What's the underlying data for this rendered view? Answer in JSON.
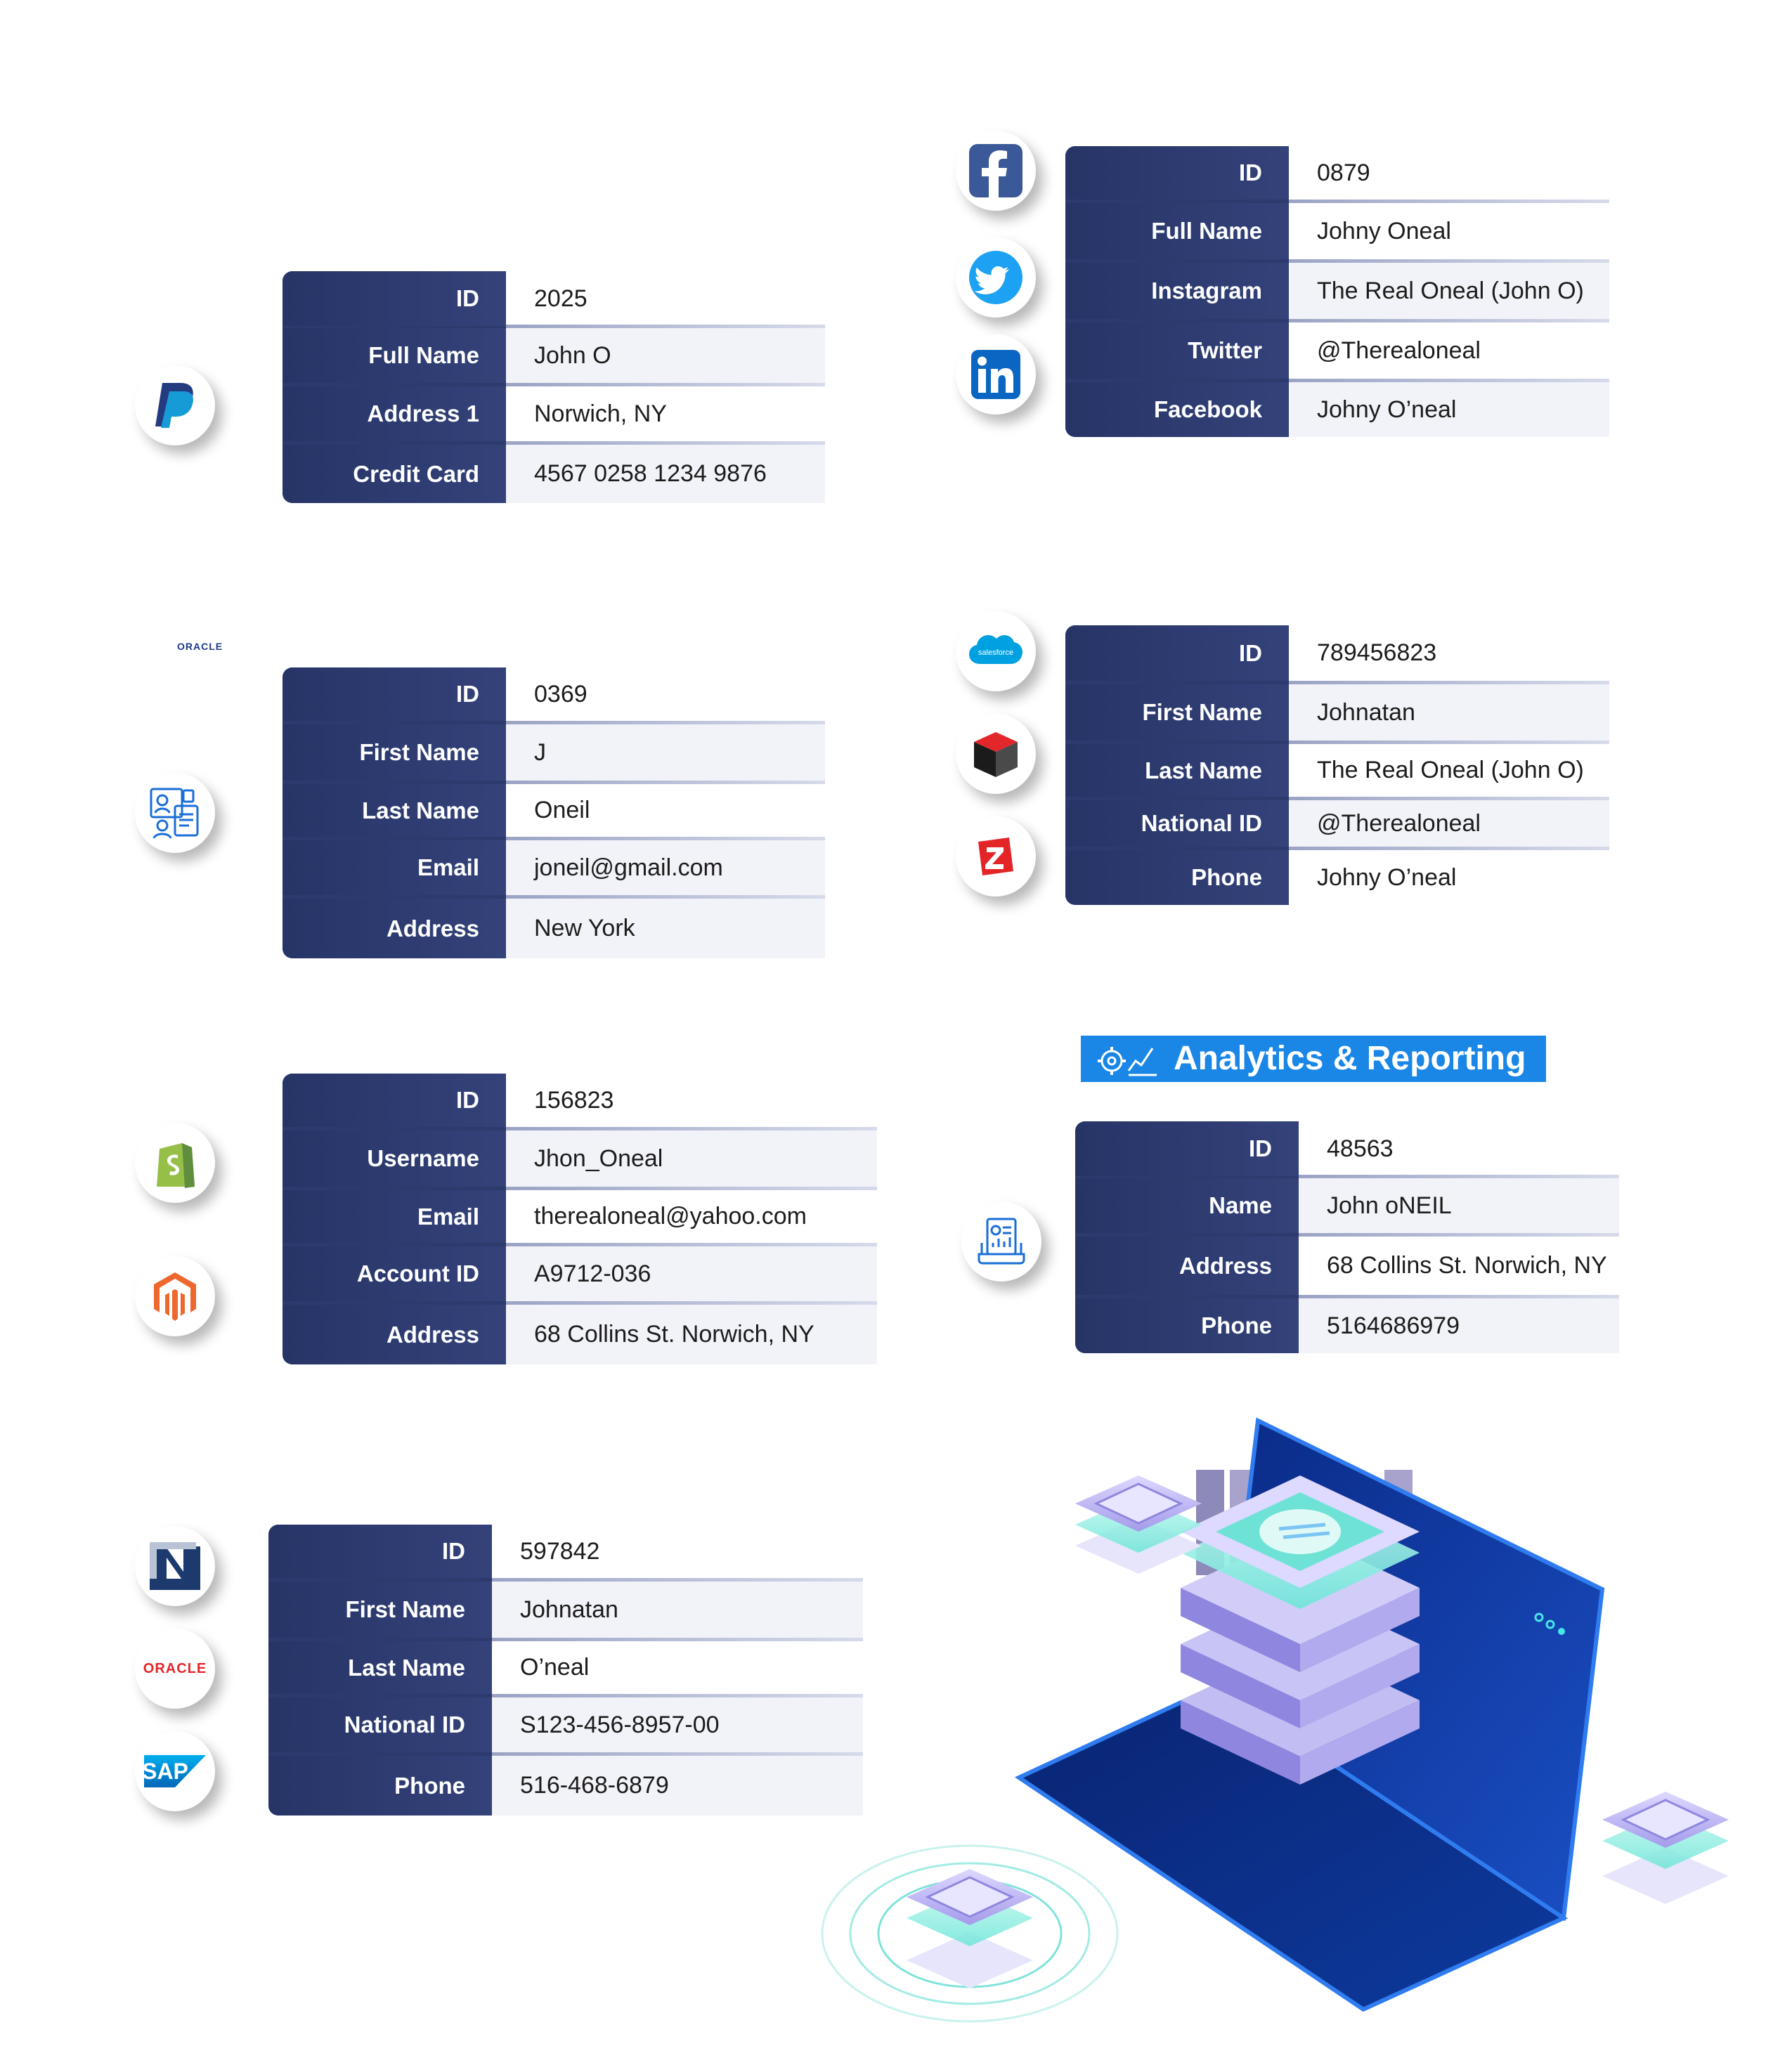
{
  "cards": [
    {
      "name": "paypal",
      "rows": [
        {
          "label": "ID",
          "value": "2025"
        },
        {
          "label": "Full Name",
          "value": "John O"
        },
        {
          "label": "Address 1",
          "value": "Norwich, NY"
        },
        {
          "label": "Credit Card",
          "value": "4567 0258 1234 9876"
        }
      ]
    },
    {
      "name": "social",
      "rows": [
        {
          "label": "ID",
          "value": "0879"
        },
        {
          "label": "Full Name",
          "value": "Johny Oneal"
        },
        {
          "label": "Instagram",
          "value": "The Real Oneal (John O)"
        },
        {
          "label": "Twitter",
          "value": "@Therealoneal"
        },
        {
          "label": "Facebook",
          "value": "Johny O’neal"
        }
      ]
    },
    {
      "name": "hr",
      "rows": [
        {
          "label": "ID",
          "value": "0369"
        },
        {
          "label": "First Name",
          "value": "J"
        },
        {
          "label": "Last Name",
          "value": "Oneil"
        },
        {
          "label": "Email",
          "value": "joneil@gmail.com"
        },
        {
          "label": "Address",
          "value": "New York"
        }
      ]
    },
    {
      "name": "crm",
      "rows": [
        {
          "label": "ID",
          "value": "789456823"
        },
        {
          "label": "First Name",
          "value": "Johnatan"
        },
        {
          "label": "Last Name",
          "value": "The Real Oneal (John O)"
        },
        {
          "label": "National ID",
          "value": "@Therealoneal"
        },
        {
          "label": "Phone",
          "value": "Johny O’neal"
        }
      ]
    },
    {
      "name": "ecommerce",
      "rows": [
        {
          "label": "ID",
          "value": "156823"
        },
        {
          "label": "Username",
          "value": "Jhon_Oneal"
        },
        {
          "label": "Email",
          "value": "therealoneal@yahoo.com"
        },
        {
          "label": "Account ID",
          "value": "A9712-036"
        },
        {
          "label": "Address",
          "value": "68 Collins St. Norwich, NY"
        }
      ]
    },
    {
      "name": "analytics",
      "rows": [
        {
          "label": "ID",
          "value": "48563"
        },
        {
          "label": "Name",
          "value": "John oNEIL"
        },
        {
          "label": "Address",
          "value": "68 Collins St. Norwich, NY"
        },
        {
          "label": "Phone",
          "value": "5164686979"
        }
      ]
    },
    {
      "name": "erp",
      "rows": [
        {
          "label": "ID",
          "value": "597842"
        },
        {
          "label": "First Name",
          "value": "Johnatan"
        },
        {
          "label": "Last Name",
          "value": "O’neal"
        },
        {
          "label": "National ID",
          "value": "S123-456-8957-00"
        },
        {
          "label": "Phone",
          "value": "516-468-6879"
        }
      ]
    }
  ],
  "banner": {
    "title": "Analytics & Reporting"
  },
  "logos": {
    "oracle_small": "ORACLE",
    "oracle": "ORACLE",
    "sap": "SAP",
    "salesforce": "salesforce",
    "netsuite": "N"
  },
  "colors": {
    "label_bg": "#2c3a6e",
    "value_bg": "#f2f3f8",
    "banner_bg": "#1a86e6"
  }
}
